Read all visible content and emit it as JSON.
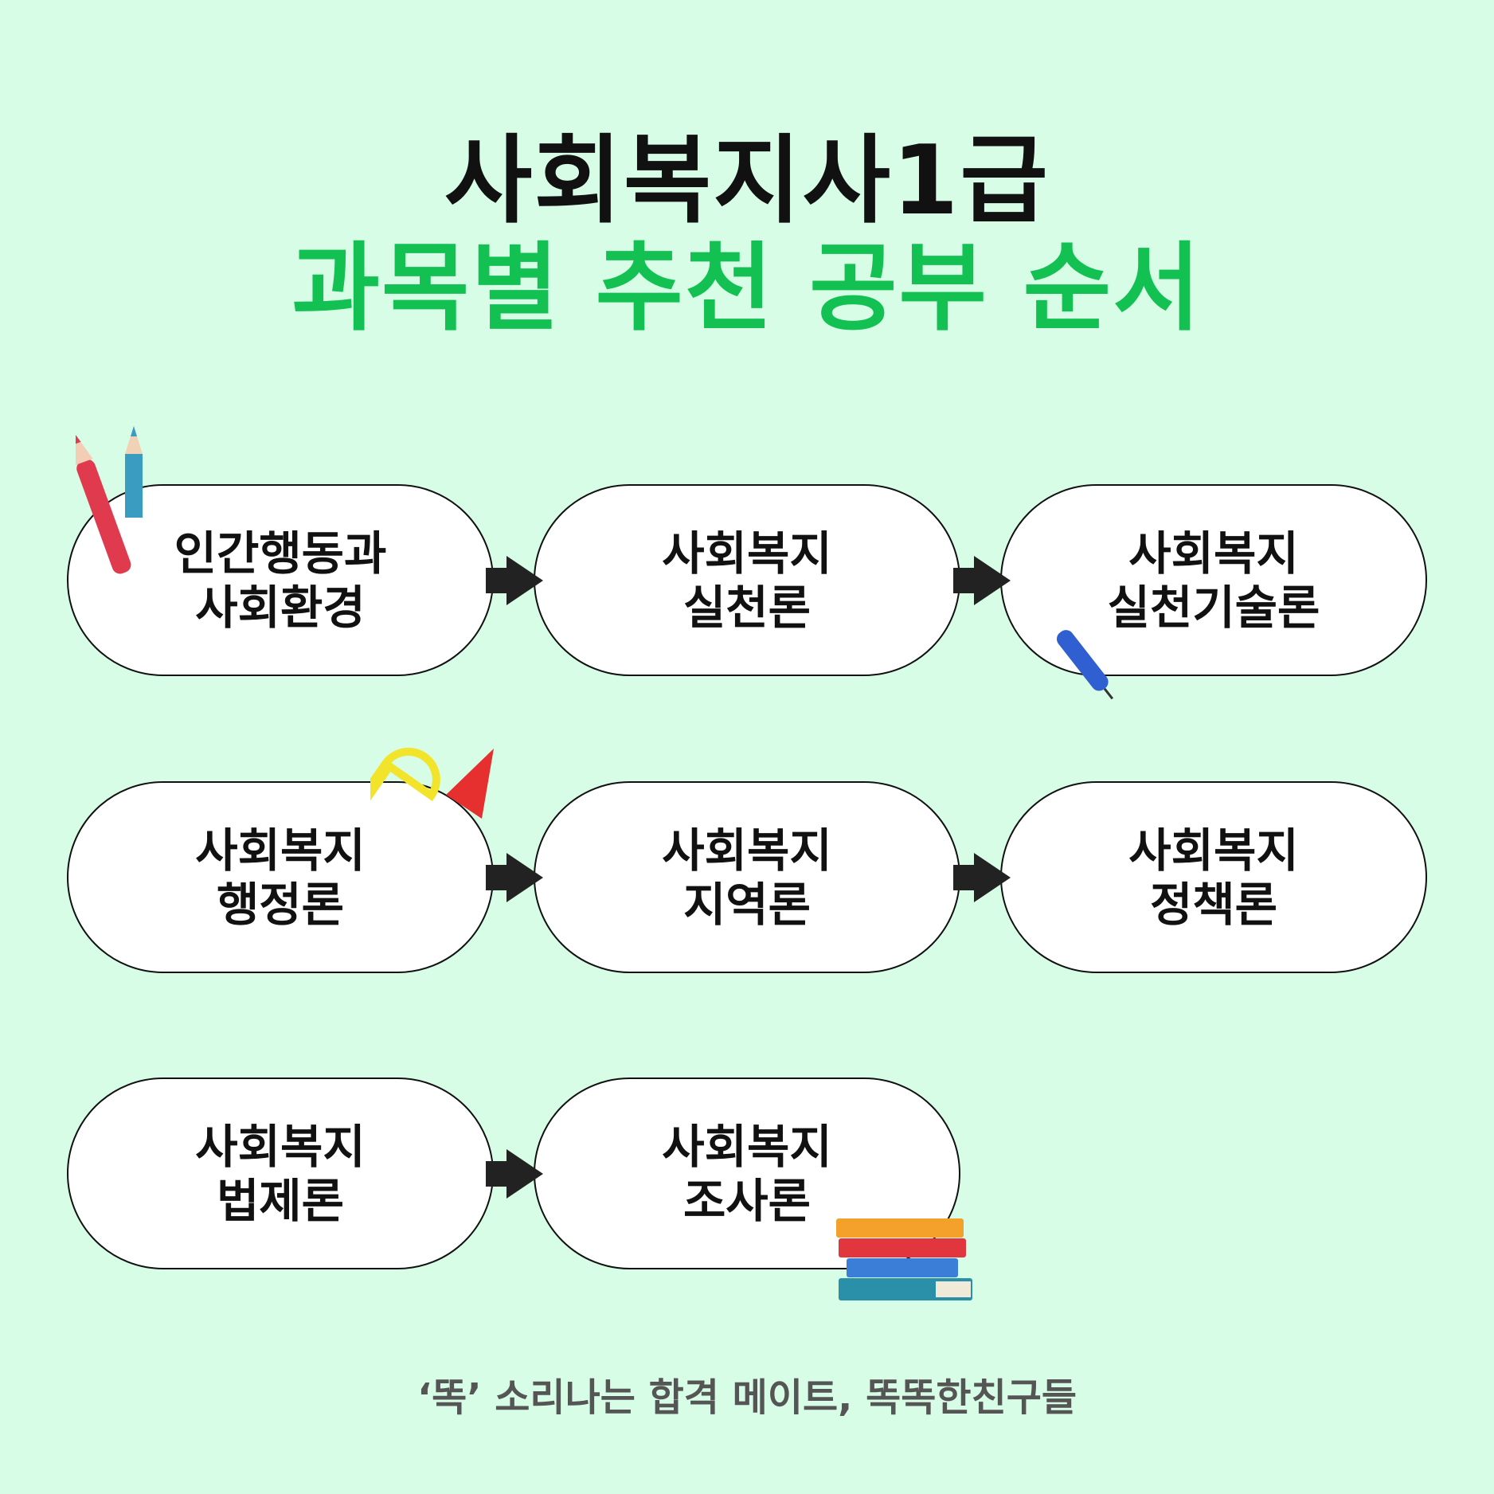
{
  "title": {
    "line1": "사회복지사1급",
    "line2": "과목별 추천 공부 순서"
  },
  "steps": [
    {
      "label": "인간행동과\n사회환경"
    },
    {
      "label": "사회복지\n실천론"
    },
    {
      "label": "사회복지\n실천기술론"
    },
    {
      "label": "사회복지\n행정론"
    },
    {
      "label": "사회복지\n지역론"
    },
    {
      "label": "사회복지\n정책론"
    },
    {
      "label": "사회복지\n법제론"
    },
    {
      "label": "사회복지\n조사론"
    }
  ],
  "footer": "‘똑’ 소리나는 합격 메이트, 똑똑한친구들",
  "colors": {
    "background": "#d7fde7",
    "accent": "#13c153",
    "arrow": "#222222"
  }
}
